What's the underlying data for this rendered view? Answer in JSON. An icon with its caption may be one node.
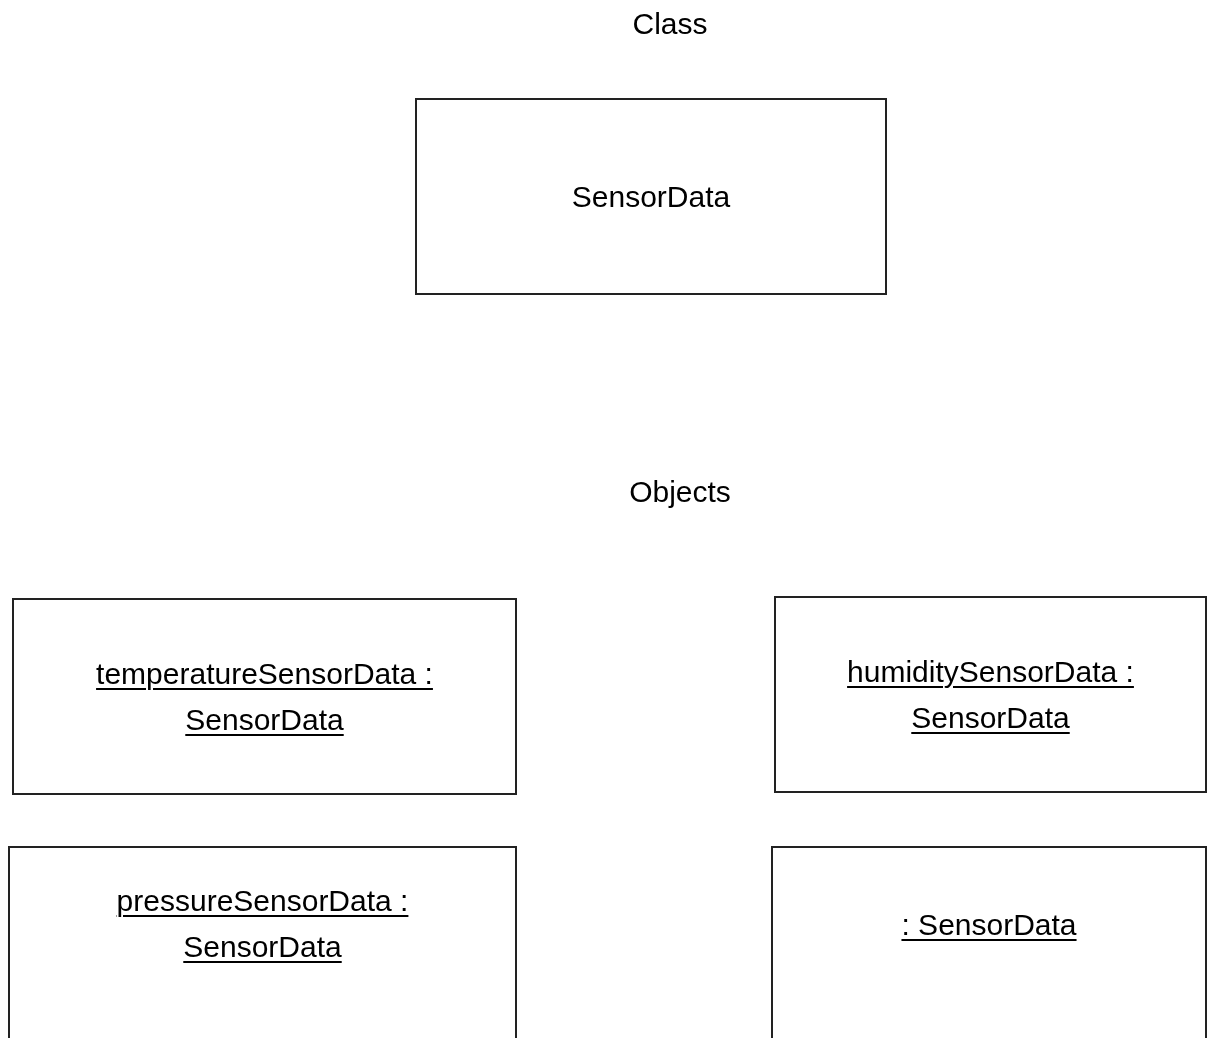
{
  "diagram": {
    "nodes": [
      {
        "text": [
          "SensorData"
        ]
      },
      {
        "text": [
          "temperatureSensorData : SensorData"
        ]
      },
      {
        "text": [
          "humiditySensorData : SensorData"
        ]
      },
      {
        "text": [
          "pressureSensorData : SensorData"
        ]
      },
      {
        "text": [
          ": SensorData"
        ]
      }
    ],
    "labels": [
      "Class",
      "Objects"
    ]
  }
}
